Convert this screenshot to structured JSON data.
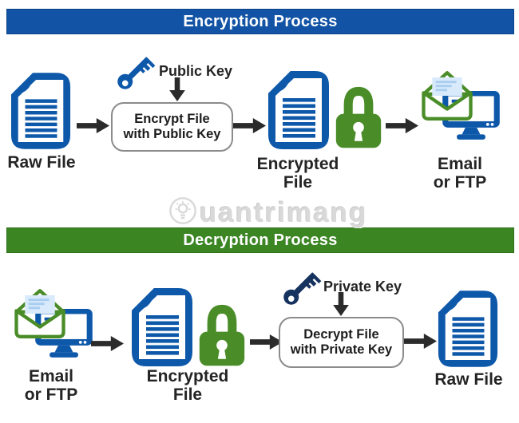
{
  "headers": {
    "encryption": "Encryption Process",
    "decryption": "Decryption Process"
  },
  "watermark": {
    "text": "uantrimang",
    "logo": "lightbulb-circle"
  },
  "encryption": {
    "raw_file_label": "Raw File",
    "public_key_label": "Public Key",
    "box_line1": "Encrypt File",
    "box_line2": "with Public Key",
    "encrypted_line1": "Encrypted",
    "encrypted_line2": "File",
    "email_line1": "Email",
    "email_line2": "or FTP"
  },
  "decryption": {
    "email_line1": "Email",
    "email_line2": "or FTP",
    "encrypted_line1": "Encrypted",
    "encrypted_line2": "File",
    "private_key_label": "Private Key",
    "box_line1": "Decrypt File",
    "box_line2": "with Private Key",
    "raw_file_label": "Raw File"
  },
  "icons": [
    "document-icon",
    "padlock-icon",
    "key-icon",
    "envelope-icon",
    "monitor-icon",
    "arrow-right-icon",
    "arrow-down-icon",
    "lightbulb-circle-icon"
  ],
  "colors": {
    "header_blue": "#1253A5",
    "header_green": "#3B8523",
    "icon_blue": "#0E58AA",
    "icon_green": "#4A8D28",
    "key_navy": "#16325F",
    "arrow_black": "#2B2B2B",
    "letter_blue": "#D8EAFB",
    "watermark_gray": "#D8D8D8"
  }
}
